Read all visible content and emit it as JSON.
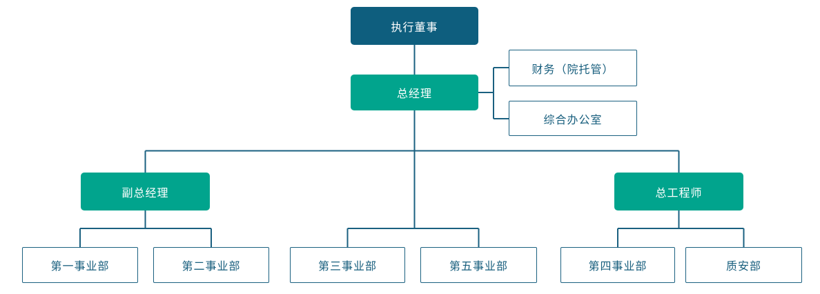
{
  "diagram": {
    "type": "org-chart",
    "colors": {
      "primary_box": "#0e5e7e",
      "secondary_box": "#01a48d",
      "line": "#1a6080",
      "plain_box_border": "#1a6080",
      "plain_box_text": "#175e7d",
      "box_text": "#ffffff",
      "background": "#ffffff"
    },
    "nodes": {
      "exec": {
        "label": "执行董事",
        "style": "primary"
      },
      "gm": {
        "label": "总经理",
        "style": "secondary"
      },
      "finance": {
        "label": "财务（院托管）",
        "style": "plain"
      },
      "office": {
        "label": "综合办公室",
        "style": "plain"
      },
      "deputy": {
        "label": "副总经理",
        "style": "secondary"
      },
      "chief": {
        "label": "总工程师",
        "style": "secondary"
      },
      "div1": {
        "label": "第一事业部",
        "style": "plain"
      },
      "div2": {
        "label": "第二事业部",
        "style": "plain"
      },
      "div3": {
        "label": "第三事业部",
        "style": "plain"
      },
      "div5": {
        "label": "第五事业部",
        "style": "plain"
      },
      "div4": {
        "label": "第四事业部",
        "style": "plain"
      },
      "qa": {
        "label": "质安部",
        "style": "plain"
      }
    },
    "hierarchy": [
      {
        "parent": "执行董事",
        "children": [
          "总经理"
        ]
      },
      {
        "parent": "总经理",
        "children": [
          "财务（院托管）",
          "综合办公室",
          "副总经理",
          "第三事业部",
          "第五事业部",
          "总工程师"
        ]
      },
      {
        "parent": "副总经理",
        "children": [
          "第一事业部",
          "第二事业部"
        ]
      },
      {
        "parent": "总工程师",
        "children": [
          "第四事业部",
          "质安部"
        ]
      }
    ]
  }
}
